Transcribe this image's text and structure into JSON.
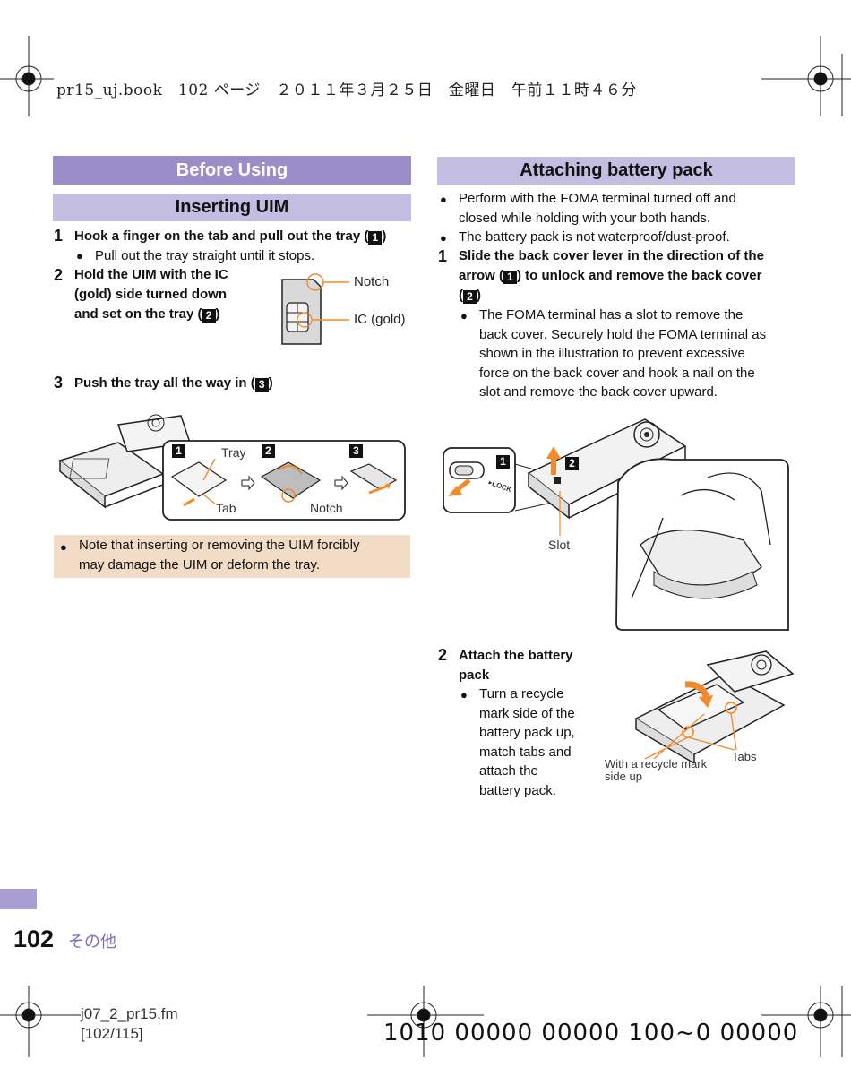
{
  "header": {
    "book_line": "pr15_uj.book　102 ページ　２０１１年３月２５日　金曜日　午前１１時４６分"
  },
  "left": {
    "section_title": "Before Using",
    "subsection_title": "Inserting UIM",
    "step1": {
      "num": "1",
      "text": "Hook a finger on the tab and pull out the tray (",
      "box": "1",
      "close": ")"
    },
    "step1_bullet": "Pull out the tray straight until it stops.",
    "step2": {
      "num": "2",
      "line1": "Hold the UIM with the IC",
      "line2": "(gold) side turned down",
      "line3": "and set on the tray (",
      "box": "2",
      "close": ")"
    },
    "uim_labels": {
      "notch": "Notch",
      "ic": "IC (gold)"
    },
    "step3": {
      "num": "3",
      "text": "Push the tray all the way in (",
      "box": "3",
      "close": ")"
    },
    "tray_diagram": {
      "box1": "1",
      "box2": "2",
      "box3": "3",
      "tray": "Tray",
      "tab": "Tab",
      "notch": "Notch"
    },
    "note_line1": "Note that inserting or removing the UIM forcibly",
    "note_line2": "may damage the UIM or deform the tray."
  },
  "right": {
    "section_title": "Attaching battery pack",
    "bullet1_line1": "Perform with the FOMA terminal turned off and",
    "bullet1_line2": "closed while holding with your both hands.",
    "bullet2": "The battery pack is not waterproof/dust-proof.",
    "step1": {
      "num": "1",
      "line1": "Slide the back cover lever in the direction of the",
      "line2a": "arrow (",
      "box1": "1",
      "line2b": ") to unlock and remove the back cover",
      "line3a": "(",
      "box2": "2",
      "line3b": ")"
    },
    "step1_bullet_lines": [
      "The FOMA terminal has a slot to remove the",
      "back cover. Securely hold the FOMA terminal as",
      "shown in the illustration to prevent excessive",
      "force on the back cover and hook a nail on the",
      "slot and remove the back cover upward."
    ],
    "cover_diagram": {
      "box1": "1",
      "box2": "2",
      "lock": "LOCK",
      "slot": "Slot"
    },
    "step2": {
      "num": "2",
      "line1": "Attach the battery",
      "line2": "pack"
    },
    "step2_bullet_lines": [
      "Turn a recycle",
      "mark side of the",
      "battery pack up,",
      "match tabs and",
      "attach the",
      "battery pack."
    ],
    "battery_labels": {
      "recycle_line1": "With a recycle mark",
      "recycle_line2": "side up",
      "tabs": "Tabs"
    }
  },
  "footer": {
    "page_number": "102",
    "section_jp": "その他",
    "fm_file": "j07_2_pr15.fm",
    "fm_pages": "[102/115]",
    "code": "1010 00000 00000 100~0 00000"
  },
  "colors": {
    "accent_dark": "#9a8dc8",
    "accent_light": "#c4bde2",
    "note_bg": "#f2dcc6",
    "orange": "#f08a2c"
  }
}
